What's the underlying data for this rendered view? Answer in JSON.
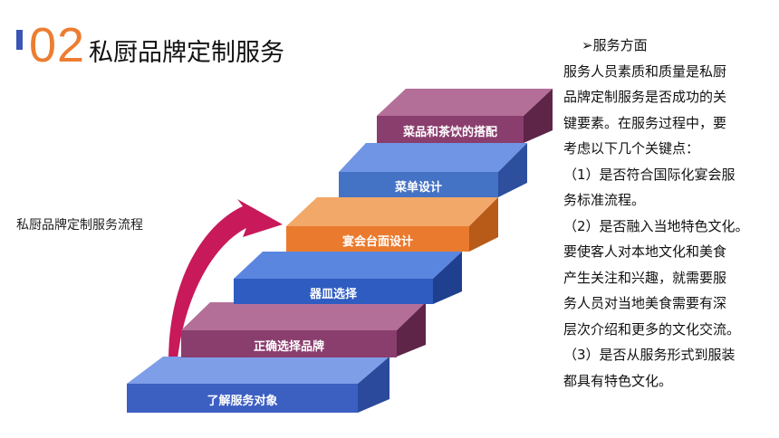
{
  "title": {
    "number": "02",
    "text": "私厨品牌定制服务"
  },
  "left_label": "私厨品牌定制服务流程",
  "steps": [
    {
      "label": "了解服务对象",
      "color": "#3c5fc2"
    },
    {
      "label": "正确选择品牌",
      "color": "#8a3e6e"
    },
    {
      "label": "器皿选择",
      "color": "#2f5cc0"
    },
    {
      "label": "宴会台面设计",
      "color": "#ea7a2e"
    },
    {
      "label": "菜单设计",
      "color": "#4472c4"
    },
    {
      "label": "菜品和茶饮的搭配",
      "color": "#8a3e6e"
    }
  ],
  "right_panel": {
    "heading": "服务方面",
    "lines": [
      "服务人员素质和质量是私厨",
      "品牌定制服务是否成功的关",
      "键要素。在服务过程中，要",
      "考虑以下几个关键点：",
      "（1）是否符合国际化宴会服",
      "务标准流程。",
      "（2）是否融入当地特色文化。",
      "要使客人对本地文化和美食",
      "产生关注和兴趣，就需要服",
      "务人员对当地美食需要有深",
      "层次介绍和更多的文化交流。",
      "（3）是否从服务形式到服装",
      "都具有特色文化。"
    ]
  },
  "colors": {
    "accent": "#ec7d31",
    "bar": "#3a55b5",
    "arrow": "#c8195a"
  }
}
